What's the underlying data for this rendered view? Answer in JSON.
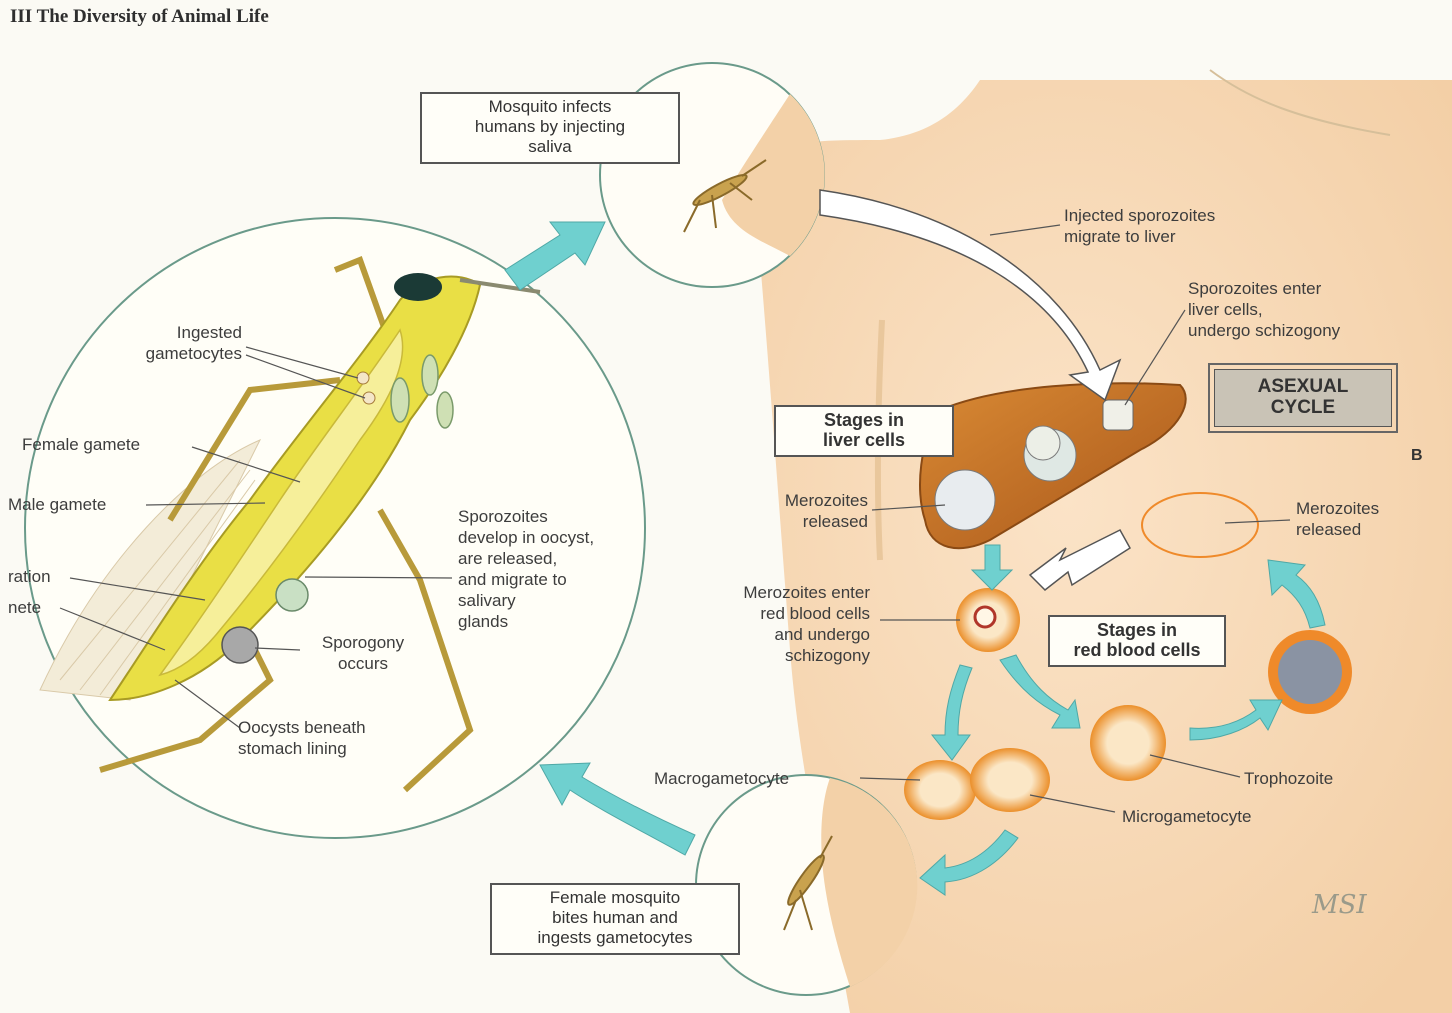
{
  "header": {
    "title": "III The Diversity of Animal Life"
  },
  "boxes": {
    "mosquito_infects": "Mosquito infects\nhumans by injecting\nsaliva",
    "stages_liver": "Stages in\nliver cells",
    "stages_rbc": "Stages in\nred blood cells",
    "female_bites": "Female mosquito\nbites human and\ningests gametocytes",
    "asexual_cycle": "ASEXUAL\nCYCLE"
  },
  "labels": {
    "injected_sporozoites": "Injected sporozoites\nmigrate to liver",
    "sporozoites_enter": "Sporozoites enter\nliver cells,\nundergo schizogony",
    "merozoites_released_liver": "Merozoites\nreleased",
    "merozoites_released_rbc": "Merozoites\nreleased",
    "merozoites_enter": "Merozoites enter\nred blood cells\nand undergo\nschizogony",
    "trophozoite": "Trophozoite",
    "microgametocyte": "Microgametocyte",
    "macrogametocyte": "Macrogametocyte",
    "ingested_gametocytes": "Ingested\ngametocytes",
    "female_gamete": "Female gamete",
    "male_gamete": "Male gamete",
    "fertilization_partial": "ration",
    "zygote_partial": "nete",
    "sporozoites_develop": "Sporozoites\ndevelop in oocyst,\nare released,\nand migrate to\nsalivary\nglands",
    "sporogony": "Sporogony\noccurs",
    "oocysts": "Oocysts beneath\nstomach lining",
    "corner_mark": "B",
    "signature": "MSI"
  },
  "colors": {
    "skin": "#f6d9b6",
    "mosquito_body": "#e9df45",
    "liver": "#c4701c",
    "arrow_teal": "#6fd0cf",
    "cell_orange": "#f2a23a",
    "background": "#fbfaf4"
  }
}
